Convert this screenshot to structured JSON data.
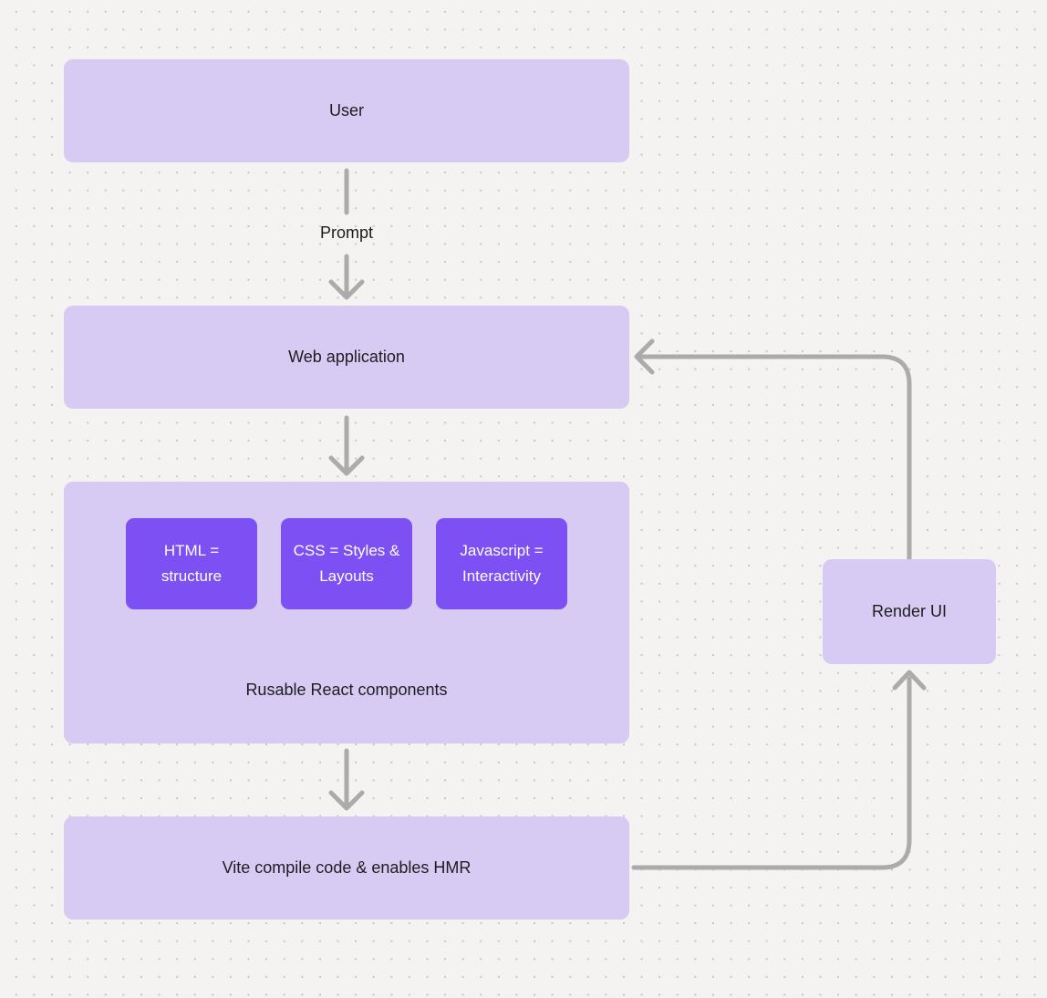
{
  "diagram": {
    "nodes": {
      "user": {
        "label": "User"
      },
      "web_app": {
        "label": "Web application"
      },
      "components": {
        "caption": "Rusable React components",
        "children": [
          {
            "label": "HTML = structure"
          },
          {
            "label": "CSS = Styles & Layouts"
          },
          {
            "label": "Javascript = Interactivity"
          }
        ]
      },
      "vite": {
        "label": "Vite compile code & enables HMR"
      },
      "render_ui": {
        "label": "Render UI"
      }
    },
    "edges": {
      "prompt_label": "Prompt"
    },
    "colors": {
      "background": "#f4f3f1",
      "grid_dot": "#c7c5c3",
      "node_fill": "#d7cbf3",
      "child_fill": "#7c50f2",
      "child_text": "#ffffff",
      "text": "#1d1d20",
      "arrow": "#ababab"
    }
  }
}
